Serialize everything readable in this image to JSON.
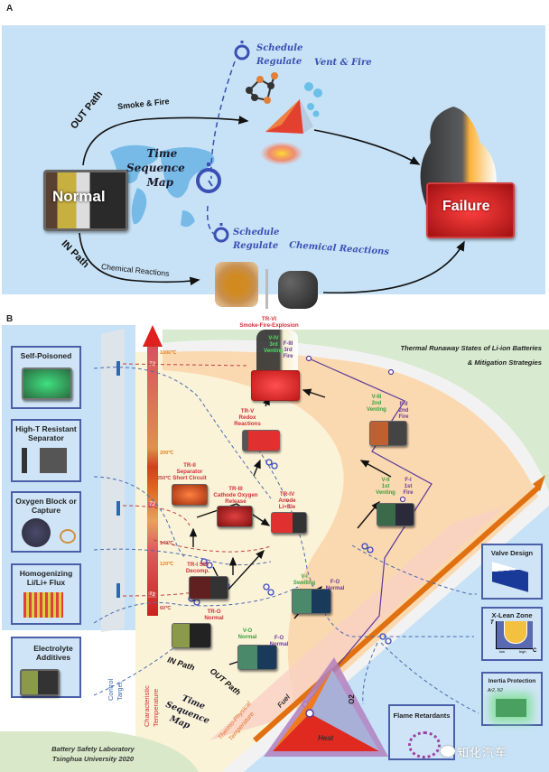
{
  "panel_a": {
    "label": "A",
    "normal_label": "Normal",
    "failure_label": "Failure",
    "out_path": "OUT Path",
    "out_path_sub": "Smoke & Fire",
    "in_path": "IN Path",
    "in_path_sub": "Chemical Reactions",
    "time_map": [
      "Time",
      "Sequence",
      "Map"
    ],
    "top_schedule": [
      "Schedule",
      "Regulate"
    ],
    "top_target": "Vent & Fire",
    "bottom_schedule": [
      "Schedule",
      "Regulate"
    ],
    "bottom_target": "Chemical Reactions"
  },
  "panel_b": {
    "label": "B",
    "title_line1": "Thermal Runaway States of Li-ion Batteries",
    "title_line2": "& Mitigation Strategies",
    "left_strategies": [
      {
        "label": "Self-Poisoned"
      },
      {
        "label": "High-T Resistant Separator"
      },
      {
        "label": "Oxygen Block or Capture"
      },
      {
        "label": "Homogenizing Li/Li+ Flux"
      },
      {
        "label": "Electrolyte Additives"
      }
    ],
    "right_strategies": [
      {
        "label": "Valve Design"
      },
      {
        "label": "X-Lean Zone",
        "axis_y": "T",
        "axis_x": "C",
        "x_low": "low",
        "x_high": "high"
      },
      {
        "label": "Inertia Protection",
        "gases": "Ar2, N2"
      }
    ],
    "bottom_strategy": {
      "label": "Flame Retardants"
    },
    "control_target": [
      "Control",
      "Target"
    ],
    "characteristic_temperature": [
      "Characteristic",
      "Temperature"
    ],
    "thermo_physical": [
      "Thermo-Physical",
      "Temperature"
    ],
    "temp_marks": [
      "1000℃",
      "200℃",
      "250℃",
      "140℃",
      "120℃",
      "60℃"
    ],
    "t_marks": [
      "T3",
      "T2",
      "T1"
    ],
    "in_path": "IN Path",
    "out_path": "OUT Path",
    "time_map": [
      "Time",
      "Sequence",
      "Map"
    ],
    "states_in": [
      {
        "id": "TR-O",
        "desc": "Normal"
      },
      {
        "id": "TR-I SEI",
        "desc": "Decomp."
      },
      {
        "id": "TR-II",
        "desc": "Separator Short Circuit"
      },
      {
        "id": "TR-III",
        "desc": "Cathode Oxygen Release"
      },
      {
        "id": "TR-IV",
        "desc": "Anode Li+Ele"
      },
      {
        "id": "TR-V",
        "desc": "Redox Reactions"
      },
      {
        "id": "TR-VI",
        "desc": "Smoke-Fire-Explosion"
      }
    ],
    "states_out_vent": [
      {
        "id": "V-O",
        "desc": "Normal"
      },
      {
        "id": "V-I",
        "desc": "Swelling"
      },
      {
        "id": "V-II",
        "desc": "1st Venting"
      },
      {
        "id": "V-III",
        "desc": "2nd Venting"
      },
      {
        "id": "V-IV",
        "desc": "3rd Venting"
      }
    ],
    "states_out_fire": [
      {
        "id": "F-O",
        "desc": "Normal"
      },
      {
        "id": "F-O",
        "desc": "Normal"
      },
      {
        "id": "F-I",
        "desc": "1st Fire"
      },
      {
        "id": "F-II",
        "desc": "2nd Fire"
      },
      {
        "id": "F-III",
        "desc": "3rd Fire"
      }
    ],
    "fire_triangle": {
      "fuel": "Fuel",
      "oxygen": "O2",
      "heat": "Heat"
    },
    "footer_line1": "Battery Safety Laboratory",
    "footer_line2": "Tsinghua University 2020",
    "watermark": "知化汽车"
  },
  "colors": {
    "panel_a_bg": "#c7e2f6",
    "script_blue": "#3a50b4",
    "tr_red": "#d0303a",
    "vent_green": "#3aa040",
    "fire_purple": "#6a3a9a",
    "box_border": "#4a5fa8",
    "arrow_orange": "#e07010"
  }
}
